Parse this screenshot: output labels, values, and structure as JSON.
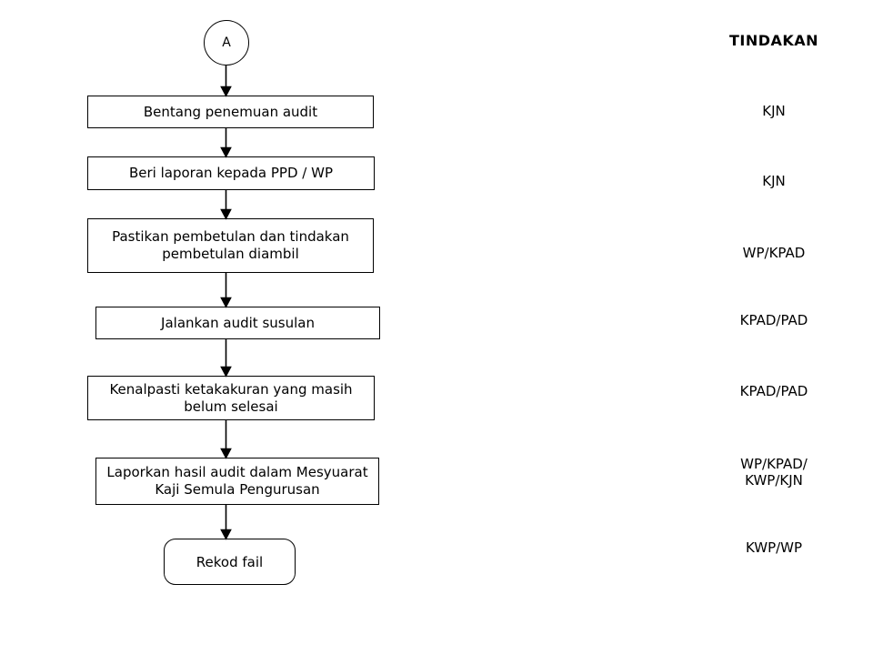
{
  "actions_header": "TINDAKAN",
  "connector": {
    "label": "A"
  },
  "steps": [
    {
      "label": "Bentang penemuan audit",
      "action": "KJN"
    },
    {
      "label": "Beri laporan kepada PPD / WP",
      "action": "KJN"
    },
    {
      "label": "Pastikan pembetulan dan tindakan\npembetulan diambil",
      "action": "WP/KPAD"
    },
    {
      "label": "Jalankan audit susulan",
      "action": "KPAD/PAD"
    },
    {
      "label": "Kenalpasti ketakakuran yang masih\nbelum selesai",
      "action": "KPAD/PAD"
    },
    {
      "label": "Laporkan hasil audit dalam Mesyuarat\nKaji Semula Pengurusan",
      "action": "WP/KPAD/\nKWP/KJN"
    },
    {
      "label": "Rekod fail",
      "action": "KWP/WP"
    }
  ],
  "colors": {
    "line": "#000000",
    "background": "#ffffff",
    "text": "#000000"
  }
}
